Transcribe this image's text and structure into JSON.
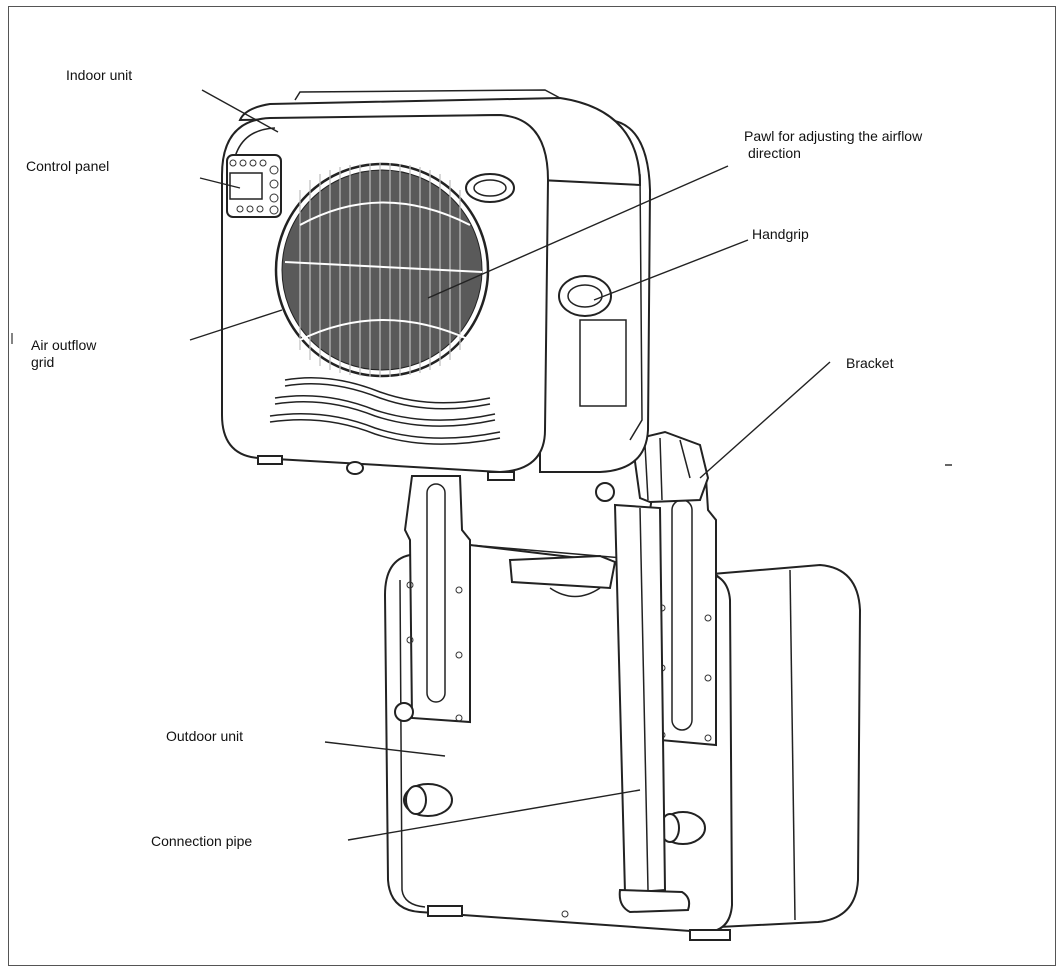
{
  "labels": {
    "indoor_unit": "Indoor unit",
    "control_panel": "Control panel",
    "air_outflow_grid_1": "Air outflow",
    "air_outflow_grid_2": "grid",
    "pawl_1": "Pawl for adjusting the airflow",
    "pawl_2": "direction",
    "handgrip": "Handgrip",
    "bracket": "Bracket",
    "outdoor_unit": "Outdoor unit",
    "connection_pipe": "Connection pipe"
  }
}
